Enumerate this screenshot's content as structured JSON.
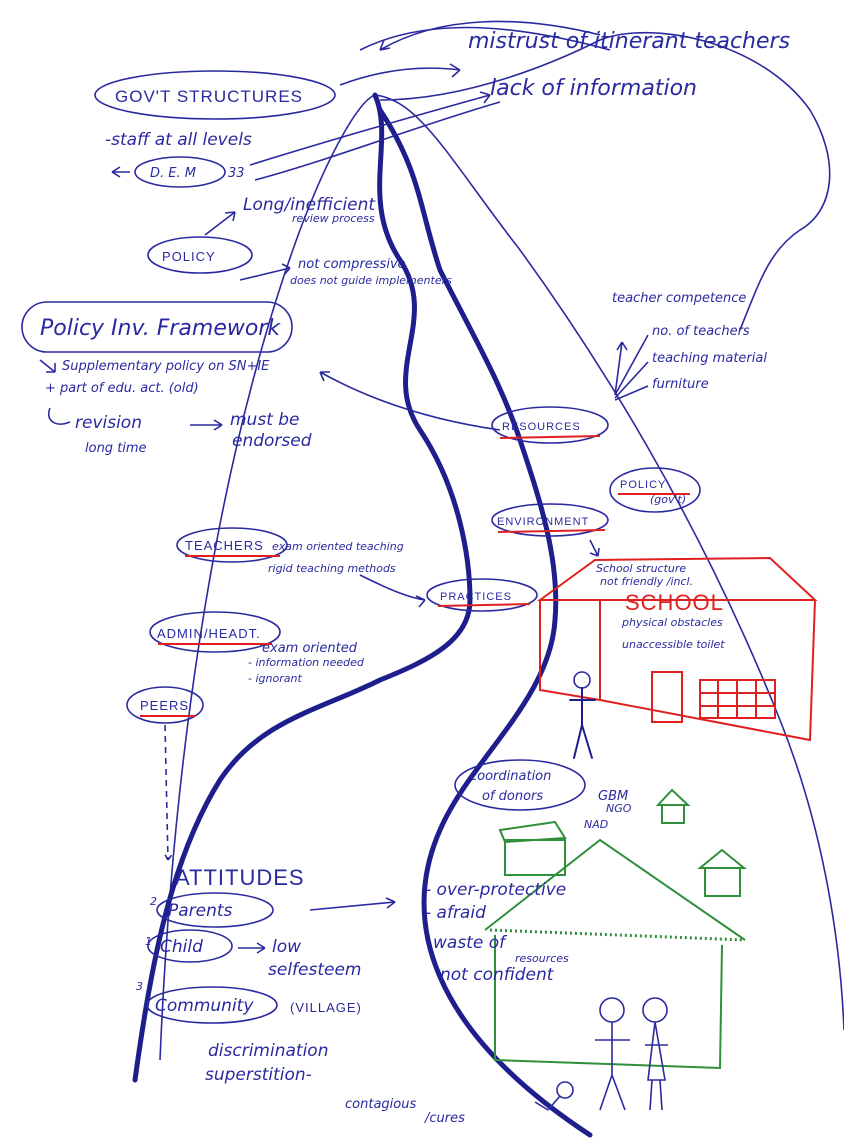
{
  "left_top": {
    "gov_structures": "GOV'T STRUCTURES",
    "staff": "-staff at all levels",
    "dem": "D. E. M",
    "dem_suffix": "33",
    "policy": "POLICY",
    "long_inefficient": "Long/inefficient",
    "review_process": "review process",
    "not_compressive": "not compressive",
    "not_guided": "does not guide implementers",
    "policy_framework": "Policy Inv. Framework",
    "supplementary": "Supplementary policy on SN+IE",
    "part_of": "+ part of edu. act. (old)",
    "revision": "revision",
    "long_time": "long time",
    "must_be": "must be",
    "endorsed": "endorsed"
  },
  "top_right": {
    "mistrust": "mistrust of itinerant teachers",
    "lack_info": "lack of information"
  },
  "resources_block": {
    "teacher_competence": "teacher competence",
    "no_teachers": "no. of teachers",
    "teaching_material": "teaching material",
    "furniture": "furniture",
    "resources": "RESOURCES",
    "policy_govt": "POLICY",
    "govt": "(gov't)",
    "environment": "ENVIRONMENT"
  },
  "middle_left": {
    "teachers": "TEACHERS",
    "exam_teaching": "exam oriented teaching",
    "rigid": "rigid teaching methods",
    "practices": "PRACTICES",
    "admin": "ADMIN/HEADT.",
    "exam_oriented": "exam oriented",
    "info_needed": "- information needed",
    "ignorant": "- ignorant",
    "peers": "PEERS"
  },
  "school": {
    "structure_line1": "School structure",
    "structure_line2": "not friendly /incl.",
    "name": "SCHOOL",
    "physical": "physical obstacles",
    "toilet": "unaccessible toilet"
  },
  "village": {
    "coordination": "coordination",
    "of_donors": "of donors",
    "gbm": "GBM",
    "ngo": "NGO",
    "nad": "NAD"
  },
  "attitudes": {
    "title": "ATTITUDES",
    "num_parents": "2",
    "parents": "Parents",
    "num_child": "1",
    "child": "Child",
    "low": "low",
    "selfesteem": "selfesteem",
    "num_community": "3",
    "community": "Community",
    "village": "(VILLAGE)",
    "discrimination": "discrimination",
    "superstition": "superstition-",
    "contagious": "contagious",
    "cures": "/cures",
    "over_protective": "- over-protective",
    "afraid": "- afraid",
    "waste_of": "waste of",
    "resources": "resources",
    "not_confident": "not confident"
  },
  "colors": {
    "ink_blue": "#2a2aa0",
    "path_navy": "#1e1e8c",
    "school_red": "#e02020",
    "house_green": "#2f8f3a"
  }
}
